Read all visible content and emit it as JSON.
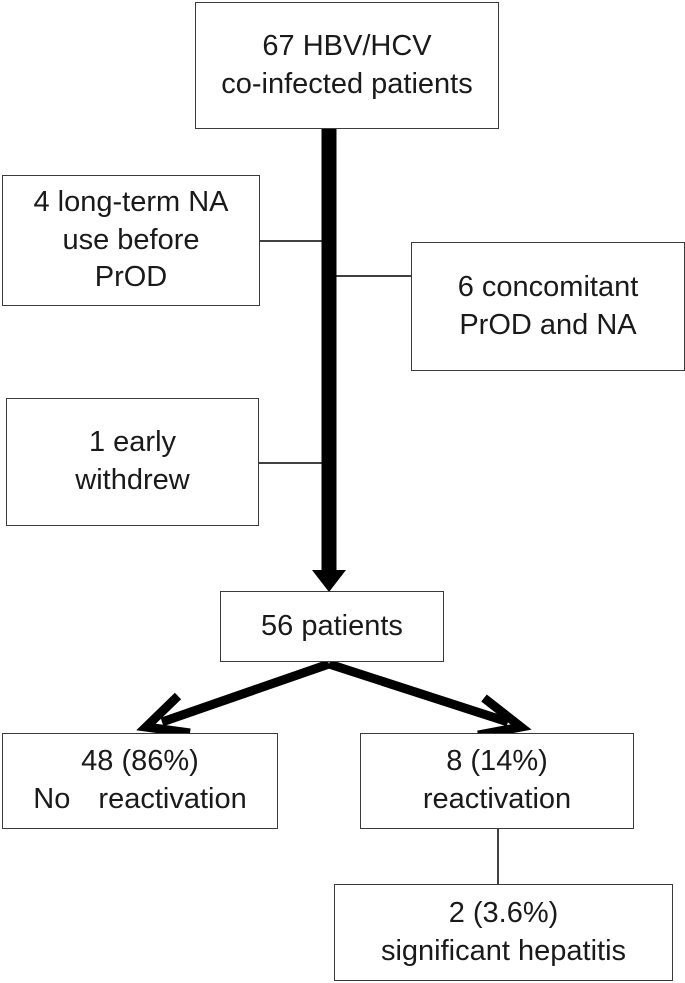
{
  "flowchart": {
    "total": {
      "line1": "67 HBV/HCV",
      "line2": "co-infected patients"
    },
    "exclusions": {
      "long_term_na": {
        "line1": "4 long-term NA",
        "line2": "use before",
        "line3": "PrOD"
      },
      "concomitant": {
        "line1": "6 concomitant",
        "line2": "PrOD and NA"
      },
      "early_withdrew": {
        "line1": "1 early",
        "line2": "withdrew"
      }
    },
    "analyzed": {
      "label": "56 patients"
    },
    "no_reactivation": {
      "line1": "48 (86%)",
      "line2": "No  reactivation"
    },
    "reactivation": {
      "line1": "8 (14%)",
      "line2": "reactivation"
    },
    "significant_hepatitis": {
      "line1": "2 (3.6%)",
      "line2": "significant hepatitis"
    }
  },
  "colors": {
    "stroke": "#000000",
    "box_border": "#3a3a3a",
    "text": "#1a1a1a",
    "background": "#ffffff"
  }
}
